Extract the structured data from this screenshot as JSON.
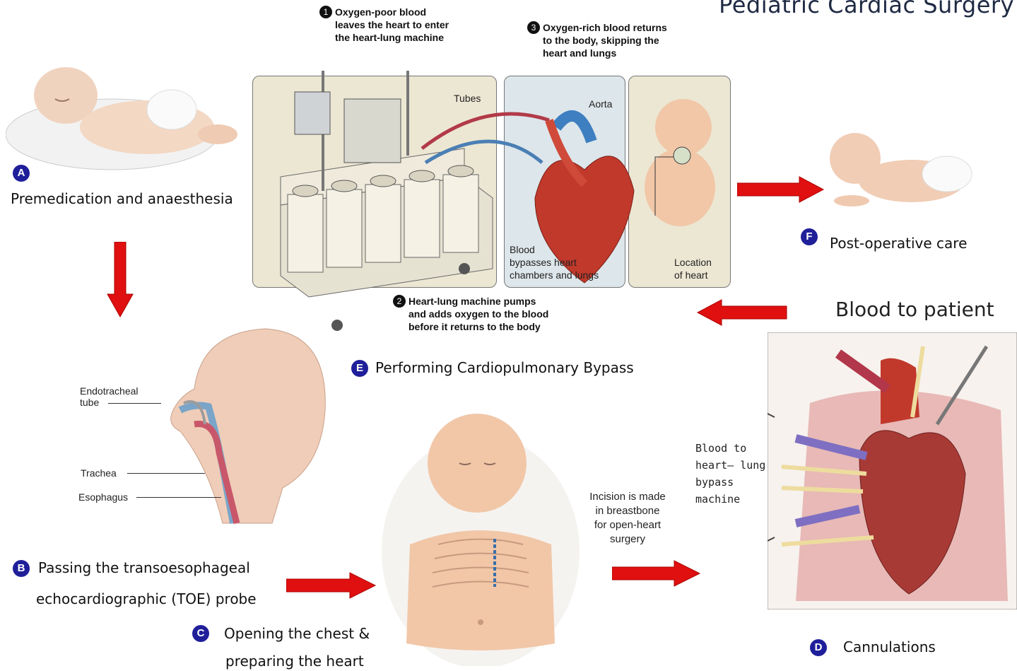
{
  "title": "Pediatric Cardiac Surgery",
  "steps": {
    "a": {
      "badge": "A",
      "label": "Premedication and anaesthesia"
    },
    "b": {
      "badge": "B",
      "line1": "Passing the transoesophageal",
      "line2": "echocardiographic (TOE) probe"
    },
    "c": {
      "badge": "C",
      "line1": "Opening the chest &",
      "line2": "preparing the heart"
    },
    "d": {
      "badge": "D",
      "label": "Cannulations"
    },
    "e": {
      "badge": "E",
      "label": "Performing Cardiopulmonary Bypass"
    },
    "f": {
      "badge": "F",
      "label": "Post-operative care"
    }
  },
  "bypass": {
    "callout1": {
      "num": "1",
      "text": [
        "Oxygen-poor blood",
        "leaves the heart to enter",
        "the heart-lung machine"
      ]
    },
    "callout2": {
      "num": "2",
      "text": [
        "Heart-lung machine pumps",
        "and adds oxygen to the blood",
        "before it returns to the body"
      ]
    },
    "callout3": {
      "num": "3",
      "text": [
        "Oxygen-rich blood returns",
        "to the body, skipping the",
        "heart and lungs"
      ]
    },
    "tubes": "Tubes",
    "aorta": "Aorta",
    "blood_bypass": [
      "Blood",
      "bypasses heart",
      "chambers and lungs"
    ],
    "location": [
      "Location",
      "of heart"
    ]
  },
  "airway": {
    "endotracheal": [
      "Endotracheal",
      "tube"
    ],
    "trachea": "Trachea",
    "esophagus": "Esophagus"
  },
  "incision": [
    "Incision is made",
    "in breastbone",
    "for open-heart",
    "surgery"
  ],
  "cannulation": {
    "blood_to_patient": "Blood to patient",
    "blood_to_machine": [
      "Blood to",
      "heart– lung",
      "bypass",
      "machine"
    ]
  },
  "colors": {
    "arrow": "#e01010",
    "badge": "#1f1f9a",
    "panel": "#ece7d3",
    "heart": "#c0392b",
    "skin": "#f1c7a8"
  }
}
